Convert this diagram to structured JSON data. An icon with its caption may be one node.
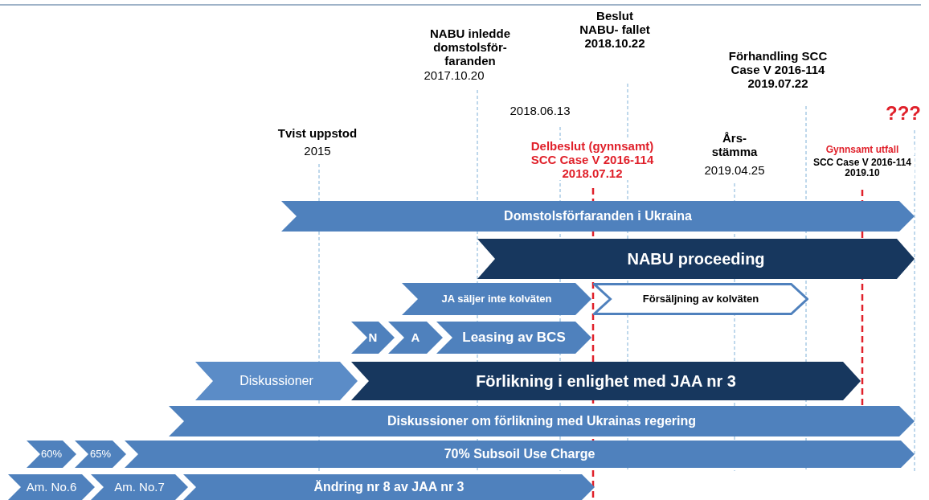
{
  "diagram": {
    "nodes": [
      {
        "text": [
          "Domstolsförfaranden i Ukraina"
        ]
      },
      {
        "text": [
          "NABU proceeding"
        ]
      },
      {
        "text": [
          "JA säljer inte kolväten"
        ]
      },
      {
        "text": [
          "Försäljning av kolväten"
        ]
      },
      {
        "text": [
          "N"
        ]
      },
      {
        "text": [
          "A"
        ]
      },
      {
        "text": [
          "Leasing av BCS"
        ]
      },
      {
        "text": [
          "Diskussioner"
        ]
      },
      {
        "text": [
          "Förlikning i enlighet med JAA nr 3"
        ]
      },
      {
        "text": [
          "Diskussioner om förlikning med Ukrainas regering"
        ]
      },
      {
        "text": [
          "60%"
        ]
      },
      {
        "text": [
          "65%"
        ]
      },
      {
        "text": [
          "70% Subsoil Use Charge"
        ]
      },
      {
        "text": [
          "Am. No.6"
        ]
      },
      {
        "text": [
          "Am. No.7"
        ]
      },
      {
        "text": [
          "Ändring nr 8 av JAA nr 3"
        ]
      }
    ],
    "edges": [],
    "labels": [
      "Beslut NABU- fallet 2018.10.22",
      "NABU inledde domstolsför- faranden",
      "2017.10.20",
      "Förhandling SCC Case V 2016-114 2019.07.22",
      "2018.06.13",
      "Tvist uppstod",
      "2015",
      "???",
      "Delbeslut (gynnsamt) SCC Case V 2016-114 2018.07.12",
      "Års- stämma",
      "2019.04.25",
      "Gynnsamt utfall",
      "SCC Case V 2016-114 2019.10"
    ]
  }
}
